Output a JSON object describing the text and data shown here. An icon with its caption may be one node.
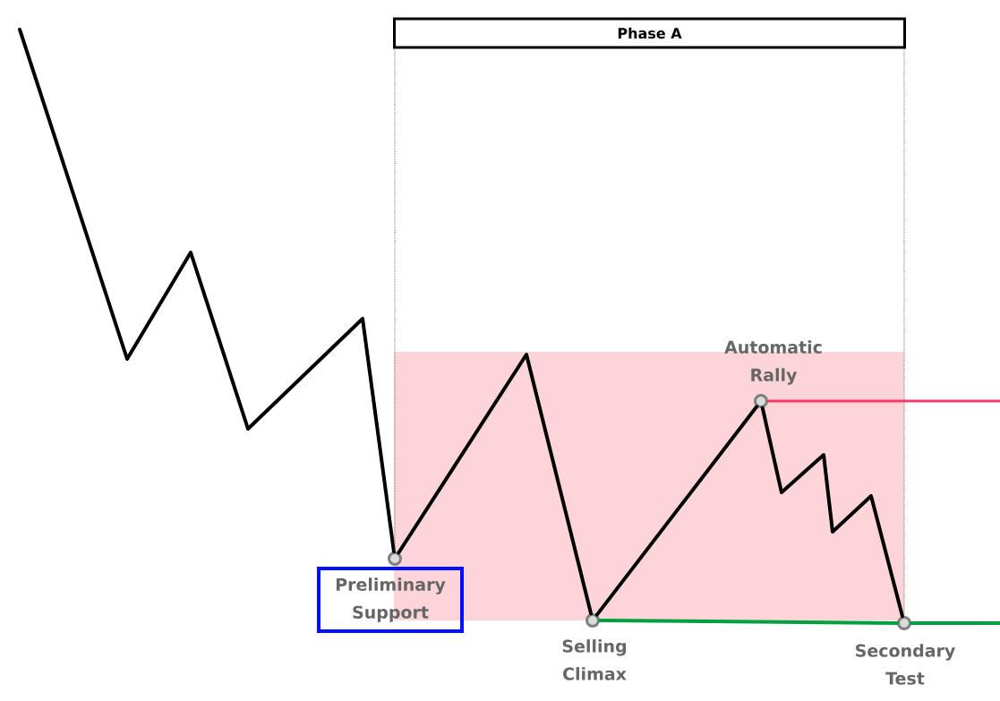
{
  "diagram": {
    "nodes": [
      {
        "text": [
          "Phase A"
        ]
      },
      {
        "text": [],
        "shape": "circle"
      },
      {
        "text": [
          "Preliminary Support"
        ]
      },
      {
        "text": [],
        "shape": "circle",
        "beside": [
          "Selling Climax"
        ]
      },
      {
        "text": [],
        "shape": "circle",
        "beside": [
          "Automatic Rally"
        ]
      },
      {
        "text": [],
        "shape": "circle",
        "beside": [
          "Secondary Test"
        ]
      }
    ],
    "edges": [
      {
        "from": null,
        "to": 1,
        "arrow": "none"
      },
      {
        "from": 1,
        "to": 3,
        "arrow": "none"
      },
      {
        "from": 3,
        "to": 4,
        "arrow": "none"
      },
      {
        "from": 4,
        "to": 5,
        "arrow": "none"
      },
      {
        "from": 4,
        "to": null,
        "arrow": "none",
        "color": "#ff3366"
      },
      {
        "from": 3,
        "to": 5,
        "arrow": "none",
        "color": "#00a040"
      },
      {
        "from": 5,
        "to": null,
        "arrow": "none",
        "color": "#00a040"
      },
      {
        "from": 0,
        "to": 1,
        "arrow": "none",
        "style": "dashed",
        "color": "#666666"
      },
      {
        "from": 0,
        "to": 5,
        "arrow": "none",
        "style": "dashed",
        "color": "#666666"
      }
    ]
  }
}
